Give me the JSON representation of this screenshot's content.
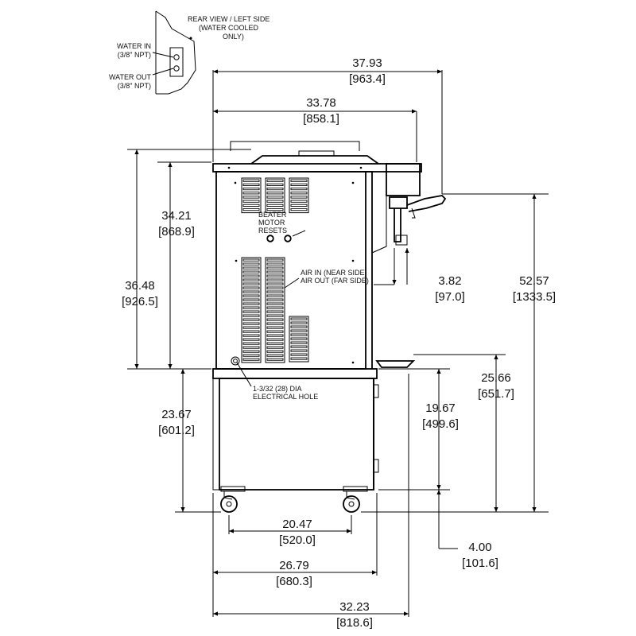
{
  "labels": {
    "rear_view_line1": "REAR VIEW / LEFT SIDE",
    "rear_view_line2": "(WATER COOLED",
    "rear_view_line3": "ONLY)",
    "water_in_line1": "WATER IN",
    "water_in_line2": "(3/8\" NPT)",
    "water_out_line1": "WATER OUT",
    "water_out_line2": "(3/8\" NPT)",
    "beater_line1": "BEATER",
    "beater_line2": "MOTOR",
    "beater_line3": "RESETS",
    "air_line1": "AIR IN (NEAR SIDE)",
    "air_line2": "AIR OUT (FAR SIDE)",
    "hole_line1": "1-3/32 (28) DIA",
    "hole_line2": "ELECTRICAL HOLE"
  },
  "dimensions": {
    "overall_width": {
      "in": "37.93",
      "mm": "[963.4]"
    },
    "body_width": {
      "in": "33.78",
      "mm": "[858.1]"
    },
    "cabinet_height": {
      "in": "34.21",
      "mm": "[868.9]"
    },
    "upper_height": {
      "in": "36.48",
      "mm": "[926.5]"
    },
    "stand_height": {
      "in": "23.67",
      "mm": "[601.2]"
    },
    "spout_clearance": {
      "in": "3.82",
      "mm": "[97.0]"
    },
    "overall_height": {
      "in": "52.57",
      "mm": "[1333.5]"
    },
    "drip_tray_height": {
      "in": "25.66",
      "mm": "[651.7]"
    },
    "door_height": {
      "in": "19.67",
      "mm": "[499.6]"
    },
    "caster_height": {
      "in": "4.00",
      "mm": "[101.6]"
    },
    "caster_spacing": {
      "in": "20.47",
      "mm": "[520.0]"
    },
    "stand_width": {
      "in": "26.79",
      "mm": "[680.3]"
    },
    "total_depth": {
      "in": "32.23",
      "mm": "[818.6]"
    }
  }
}
